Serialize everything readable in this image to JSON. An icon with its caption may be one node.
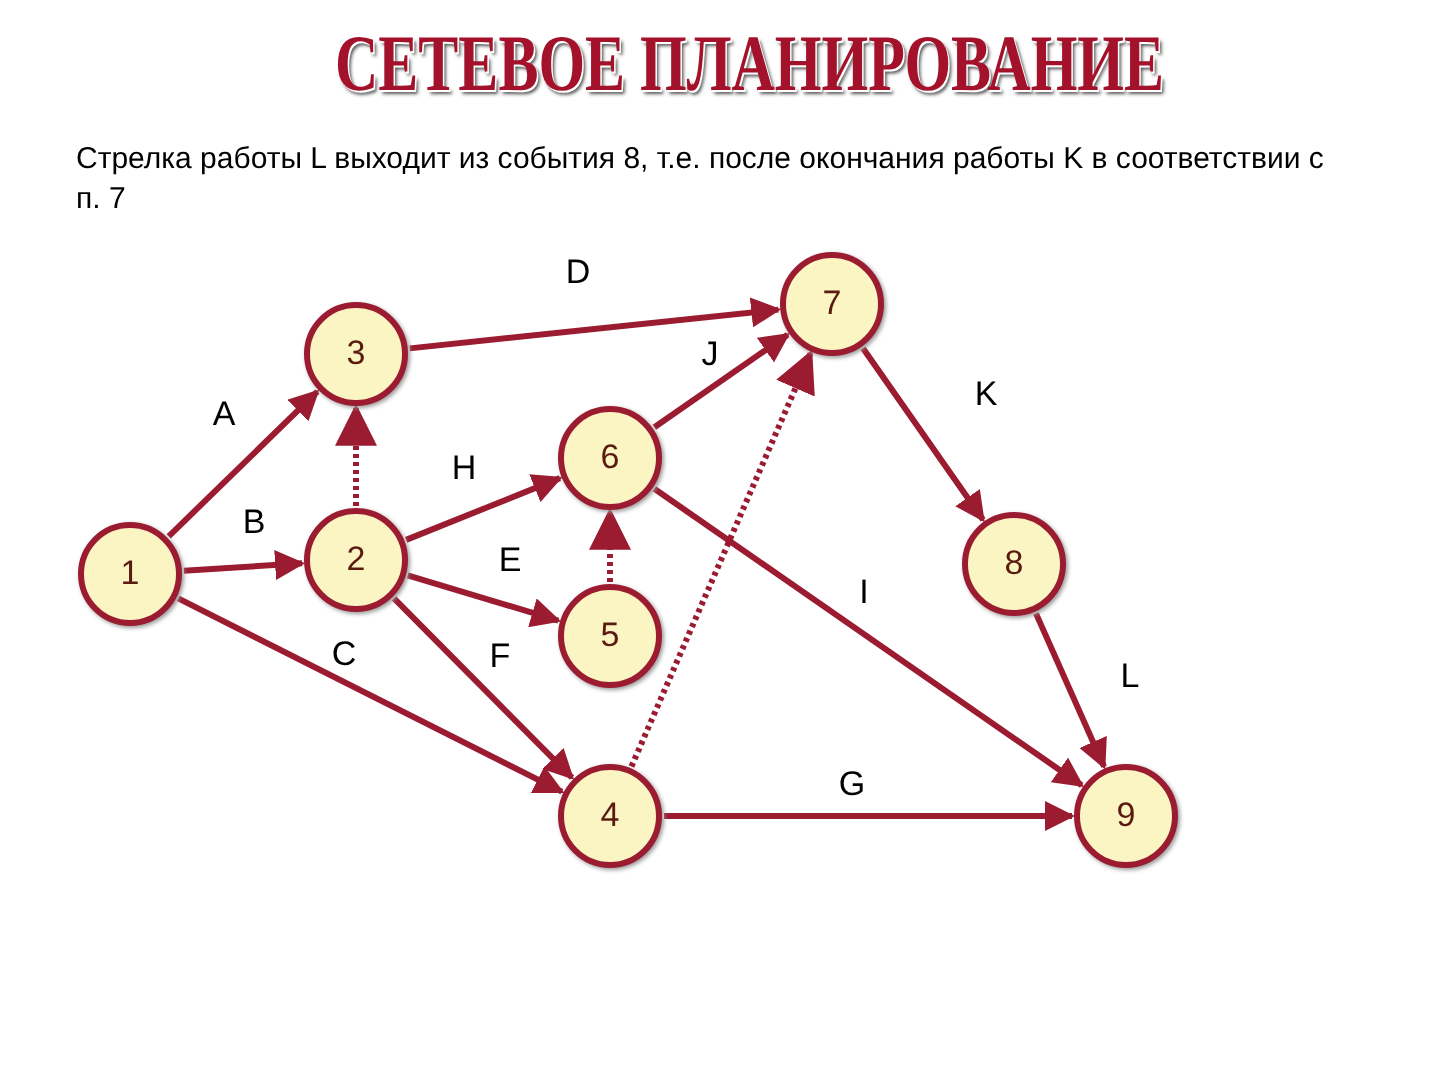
{
  "diagram": {
    "title": "СЕТЕВОЕ ПЛАНИРОВАНИЕ",
    "nodes": [
      {
        "text": [
          "1"
        ]
      },
      {
        "text": [
          "2"
        ]
      },
      {
        "text": [
          "3"
        ]
      },
      {
        "text": [
          "4"
        ]
      },
      {
        "text": [
          "5"
        ]
      },
      {
        "text": [
          "6"
        ]
      },
      {
        "text": [
          "7"
        ]
      },
      {
        "text": [
          "8"
        ]
      },
      {
        "text": [
          "9"
        ]
      }
    ],
    "edges": [
      {
        "from": 0,
        "to": 2,
        "arrow": "to",
        "label": "A"
      },
      {
        "from": 0,
        "to": 1,
        "arrow": "to",
        "label": "B"
      },
      {
        "from": 0,
        "to": 3,
        "arrow": "to",
        "label": "C"
      },
      {
        "from": 2,
        "to": 6,
        "arrow": "to",
        "label": "D"
      },
      {
        "from": 1,
        "to": 4,
        "arrow": "to",
        "label": "E"
      },
      {
        "from": 1,
        "to": 3,
        "arrow": "to",
        "label": "F"
      },
      {
        "from": 3,
        "to": 8,
        "arrow": "to",
        "label": "G"
      },
      {
        "from": 1,
        "to": 5,
        "arrow": "to",
        "label": "H"
      },
      {
        "from": 5,
        "to": 8,
        "arrow": "to",
        "label": "I"
      },
      {
        "from": 5,
        "to": 6,
        "arrow": "to",
        "label": "J"
      },
      {
        "from": 6,
        "to": 7,
        "arrow": "to",
        "label": "K"
      },
      {
        "from": 7,
        "to": 8,
        "arrow": "to",
        "label": "L"
      },
      {
        "from": 1,
        "to": 2,
        "arrow": "to",
        "style": "dashed"
      },
      {
        "from": 4,
        "to": 5,
        "arrow": "to",
        "style": "dashed"
      },
      {
        "from": 3,
        "to": 6,
        "arrow": "to",
        "style": "dashed"
      }
    ],
    "labels": [
      "Стрелка работы L выходит из события 8, т.е. после окончания работы K в соответствии с п. 7"
    ]
  }
}
